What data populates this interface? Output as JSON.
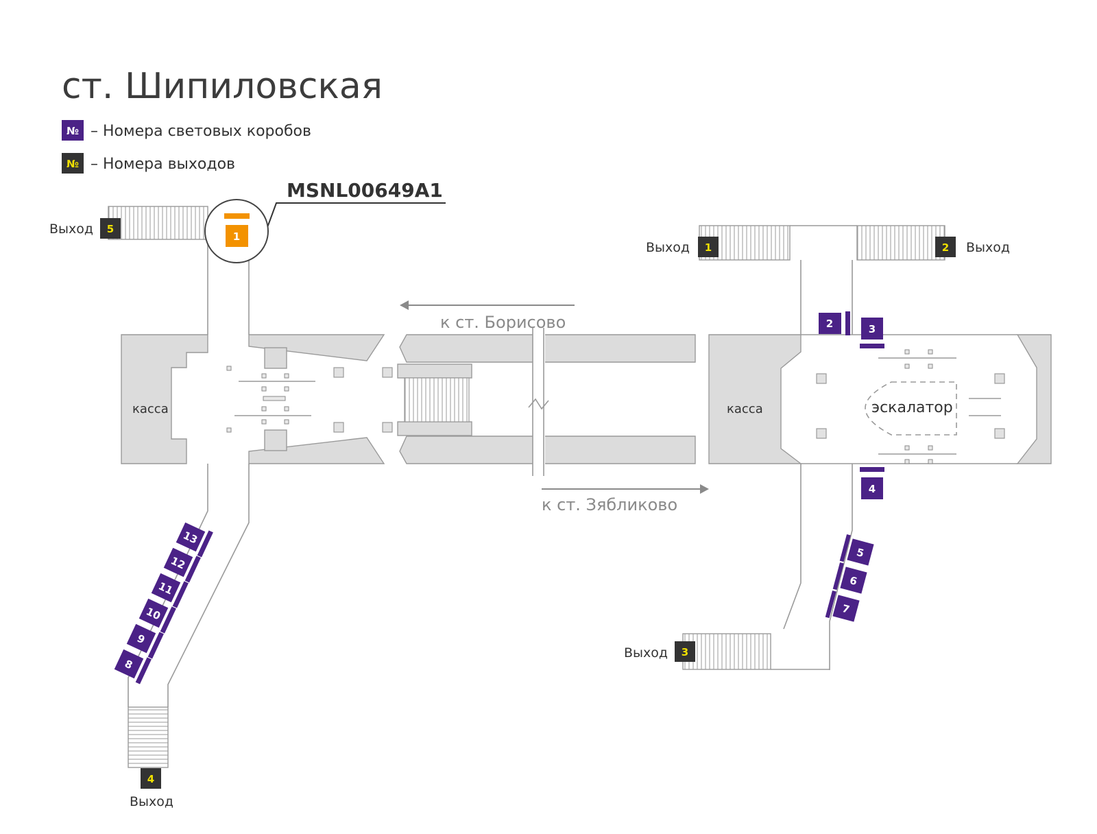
{
  "title": "ст. Шипиловская",
  "legend": {
    "box_symbol": "№",
    "box_text": "– Номера световых коробов",
    "exit_symbol": "№",
    "exit_text": "– Номера выходов"
  },
  "highlight": {
    "code": "MSNL00649A1",
    "box_number": "1"
  },
  "exit_word": "Выход",
  "exits": [
    "5",
    "1",
    "2",
    "3",
    "4"
  ],
  "directions": {
    "to_borisovo": "к ст. Борисово",
    "to_zyablikovo": "к ст. Зябликово"
  },
  "rooms": {
    "kassa_left": "касса",
    "kassa_right": "касса",
    "escalator": "эскалатор"
  },
  "lightboxes": [
    "2",
    "3",
    "4",
    "5",
    "6",
    "7",
    "8",
    "9",
    "10",
    "11",
    "12",
    "13"
  ],
  "colors": {
    "box": "#4b2287",
    "exit_bg": "#333333",
    "exit_text": "#f0e000",
    "highlight": "#f39200",
    "walls": "#9a9a9a",
    "fill": "#dcdcdc"
  }
}
